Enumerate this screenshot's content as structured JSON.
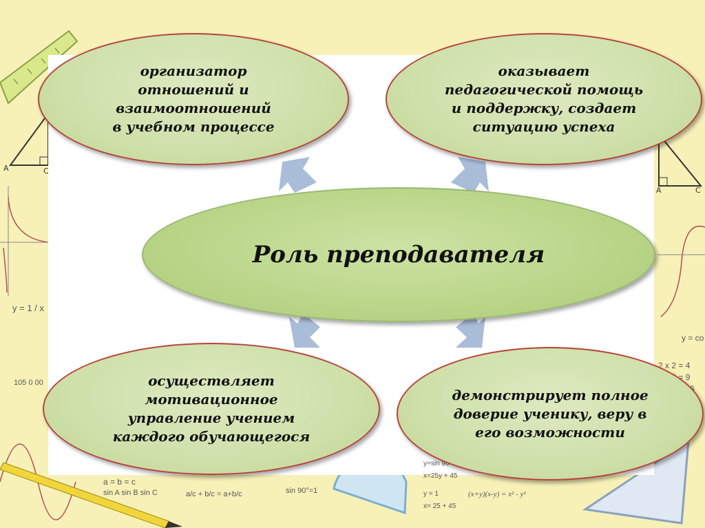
{
  "diagram": {
    "center": "Роль преподавателя",
    "top_left": "организатор\nотношений и\nвзаимоотношений\nв учебном процессе",
    "top_right": "оказывает\nпедагогической помощь\nи поддержку, создает\nситуацию успеха",
    "bottom_left": "осуществляет\nмотивационное\nуправление учением\nкаждого обучающегося",
    "bottom_right": "демонстрирует полное\nдоверие ученику, веру в\nего возможности"
  },
  "background_formulas": {
    "f1": "y = 1 / x",
    "f2": "sin 90°=1",
    "f3": "a = b = c",
    "f4": "sin A  sin B  sin C",
    "f5": "y=sin 90",
    "f6": "x=25y + 45",
    "f7": "y = 1",
    "f8": "x= 25 + 45",
    "f9": "(x+y)(x-y) = x² - y²",
    "f10": "2 x 2 = 4",
    "f11": "3 x 3 = 9",
    "f12": "= 16",
    "f13": "y = co",
    "f14": "105 0 00",
    "f15": "a/c + b/c = a+b/c"
  },
  "colors": {
    "background": "#f7f1b8",
    "ellipse_fill": "#cfe0aa",
    "ellipse_border": "#b5443a",
    "arrow": "#a9bcd8"
  }
}
